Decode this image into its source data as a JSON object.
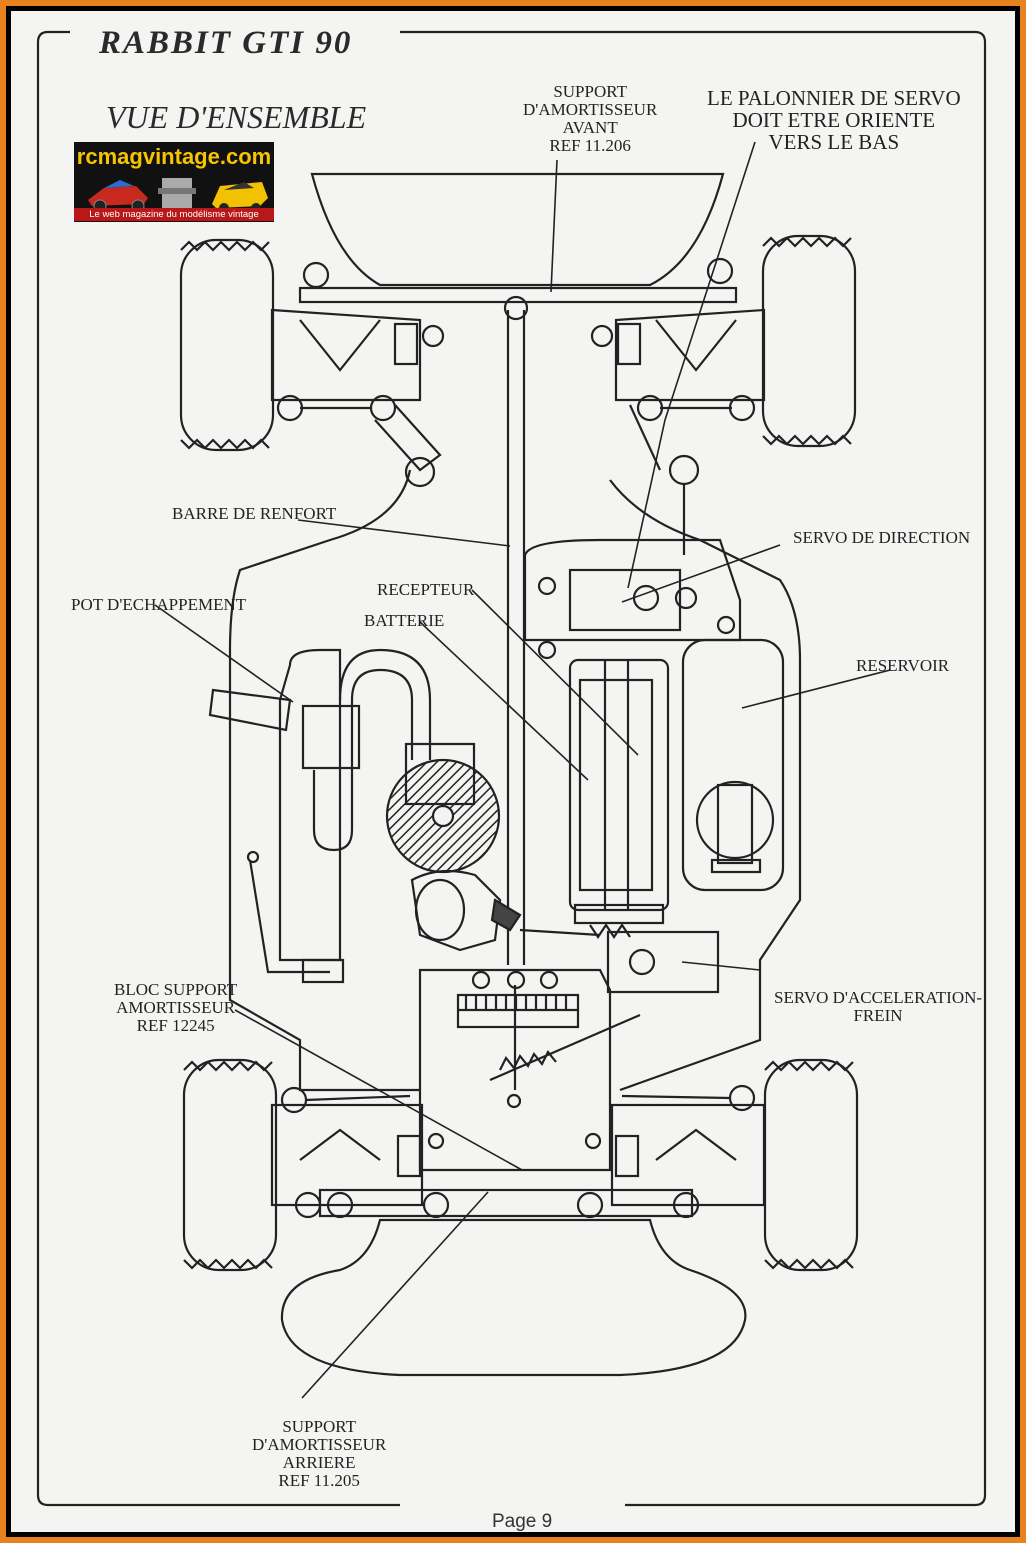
{
  "header": {
    "title": "RABBIT GTI 90",
    "subtitle": "VUE D'ENSEMBLE"
  },
  "logo": {
    "name": "rcmagvintage.com",
    "tagline": "Le web magazine du modélisme vintage"
  },
  "labels": {
    "front_shock_support": [
      "SUPPORT",
      "D'AMORTISSEUR",
      "AVANT",
      "REF 11.206"
    ],
    "servo_horn_note": [
      "LE PALONNIER DE SERVO",
      "DOIT ETRE ORIENTE",
      "VERS LE BAS"
    ],
    "reinforcement_bar": "BARRE DE RENFORT",
    "steering_servo": "SERVO DE DIRECTION",
    "exhaust": "POT D'ECHAPPEMENT",
    "receiver": "RECEPTEUR",
    "battery": "BATTERIE",
    "tank": "RESERVOIR",
    "shock_block": [
      "BLOC SUPPORT",
      "AMORTISSEUR",
      "REF 12245"
    ],
    "throttle_servo": [
      "SERVO D'ACCELERATION-",
      "FREIN"
    ],
    "rear_shock_support": [
      "SUPPORT",
      "D'AMORTISSEUR",
      "ARRIERE",
      "REF 11.205"
    ]
  },
  "footer": {
    "page": "Page 9"
  },
  "colors": {
    "frame": "#e8821e",
    "paper": "#f4f4f2",
    "ink": "#222222"
  }
}
